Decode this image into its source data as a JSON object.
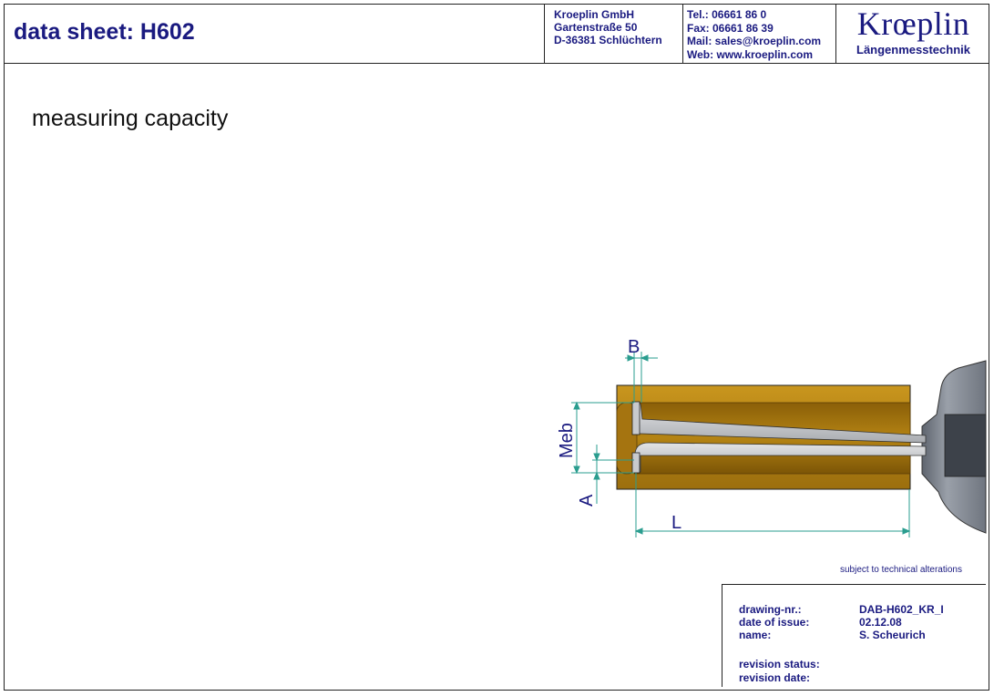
{
  "header": {
    "title": "data sheet:  H602",
    "address": [
      "Kroeplin GmbH",
      "Gartenstraße 50",
      "D-36381 Schlüchtern"
    ],
    "contact": [
      "Tel.:  06661 86 0",
      "Fax:  06661 86 39",
      "Mail: sales@kroeplin.com",
      "Web: www.kroeplin.com"
    ],
    "logo": {
      "word": "Krœplin",
      "subtitle": "Längenmesstechnik"
    }
  },
  "heading": "measuring capacity",
  "drawing": {
    "dimension_labels": {
      "B": "B",
      "Meb": "Meb",
      "A": "A",
      "L": "L"
    },
    "colors": {
      "dimension": "#2a9d8f",
      "bore": "#b8860b",
      "instrument": "#8a8f98"
    }
  },
  "alterations_note": "subject to technical alterations",
  "infobox": {
    "labels": [
      "drawing-nr.:",
      "date of issue:",
      "name:"
    ],
    "values": [
      "DAB-H602_KR_I",
      "02.12.08",
      "S. Scheurich"
    ],
    "revision_labels": [
      "revision status:",
      "revision date:"
    ]
  }
}
